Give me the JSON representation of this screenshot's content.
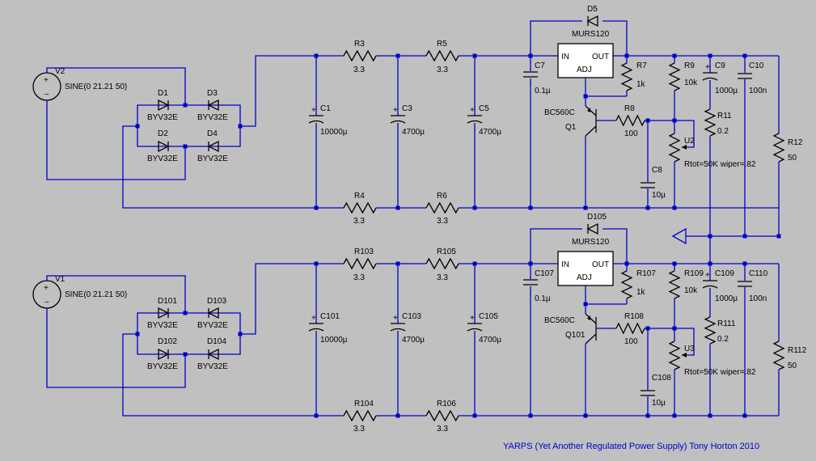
{
  "title": "YARPS (Yet Another Regulated Power Supply)  Tony Horton 2010",
  "regulator": {
    "in": "IN",
    "out": "OUT",
    "adj": "ADJ"
  },
  "upper": {
    "source": {
      "ref": "V2",
      "value": "SINE(0 21.21 50)"
    },
    "d1": {
      "ref": "D1",
      "value": "BYV32E"
    },
    "d2": {
      "ref": "D2",
      "value": "BYV32E"
    },
    "d3": {
      "ref": "D3",
      "value": "BYV32E"
    },
    "d4": {
      "ref": "D4",
      "value": "BYV32E"
    },
    "c1": {
      "ref": "C1",
      "value": "10000µ"
    },
    "r3": {
      "ref": "R3",
      "value": "3.3"
    },
    "r4": {
      "ref": "R4",
      "value": "3.3"
    },
    "c3": {
      "ref": "C3",
      "value": "4700µ"
    },
    "r5": {
      "ref": "R5",
      "value": "3.3"
    },
    "r6": {
      "ref": "R6",
      "value": "3.3"
    },
    "c5": {
      "ref": "C5",
      "value": "4700µ"
    },
    "c7": {
      "ref": "C7",
      "value": "0.1µ"
    },
    "d5": {
      "ref": "D5",
      "value": "MURS120"
    },
    "r7": {
      "ref": "R7",
      "value": "1k"
    },
    "q1": {
      "ref": "Q1",
      "value": "BC560C"
    },
    "r8": {
      "ref": "R8",
      "value": "100"
    },
    "c8": {
      "ref": "C8",
      "value": "10µ"
    },
    "r9": {
      "ref": "R9",
      "value": "10k"
    },
    "u2": {
      "ref": "U2",
      "value": "Rtot=50K wiper=.82"
    },
    "c9": {
      "ref": "C9",
      "value": "1000µ"
    },
    "r11": {
      "ref": "R11",
      "value": "0.2"
    },
    "c10": {
      "ref": "C10",
      "value": "100n"
    },
    "r12": {
      "ref": "R12",
      "value": "50"
    }
  },
  "lower": {
    "source": {
      "ref": "V1",
      "value": "SINE(0 21.21 50)"
    },
    "d1": {
      "ref": "D101",
      "value": "BYV32E"
    },
    "d2": {
      "ref": "D102",
      "value": "BYV32E"
    },
    "d3": {
      "ref": "D103",
      "value": "BYV32E"
    },
    "d4": {
      "ref": "D104",
      "value": "BYV32E"
    },
    "c1": {
      "ref": "C101",
      "value": "10000µ"
    },
    "r3": {
      "ref": "R103",
      "value": "3.3"
    },
    "r4": {
      "ref": "R104",
      "value": "3.3"
    },
    "c3": {
      "ref": "C103",
      "value": "4700µ"
    },
    "r5": {
      "ref": "R105",
      "value": "3.3"
    },
    "r6": {
      "ref": "R106",
      "value": "3.3"
    },
    "c5": {
      "ref": "C105",
      "value": "4700µ"
    },
    "c7": {
      "ref": "C107",
      "value": "0.1µ"
    },
    "d5": {
      "ref": "D105",
      "value": "MURS120"
    },
    "r7": {
      "ref": "R107",
      "value": "1k"
    },
    "q1": {
      "ref": "Q101",
      "value": "BC560C"
    },
    "r8": {
      "ref": "R108",
      "value": "100"
    },
    "c8": {
      "ref": "C108",
      "value": "10µ"
    },
    "r9": {
      "ref": "R109",
      "value": "10k"
    },
    "u2": {
      "ref": "U3",
      "value": "Rtot=50K wiper=.82"
    },
    "c9": {
      "ref": "C109",
      "value": "1000µ"
    },
    "r11": {
      "ref": "R111",
      "value": "0.2"
    },
    "c10": {
      "ref": "C110",
      "value": "100n"
    },
    "r12": {
      "ref": "R112",
      "value": "50"
    }
  }
}
